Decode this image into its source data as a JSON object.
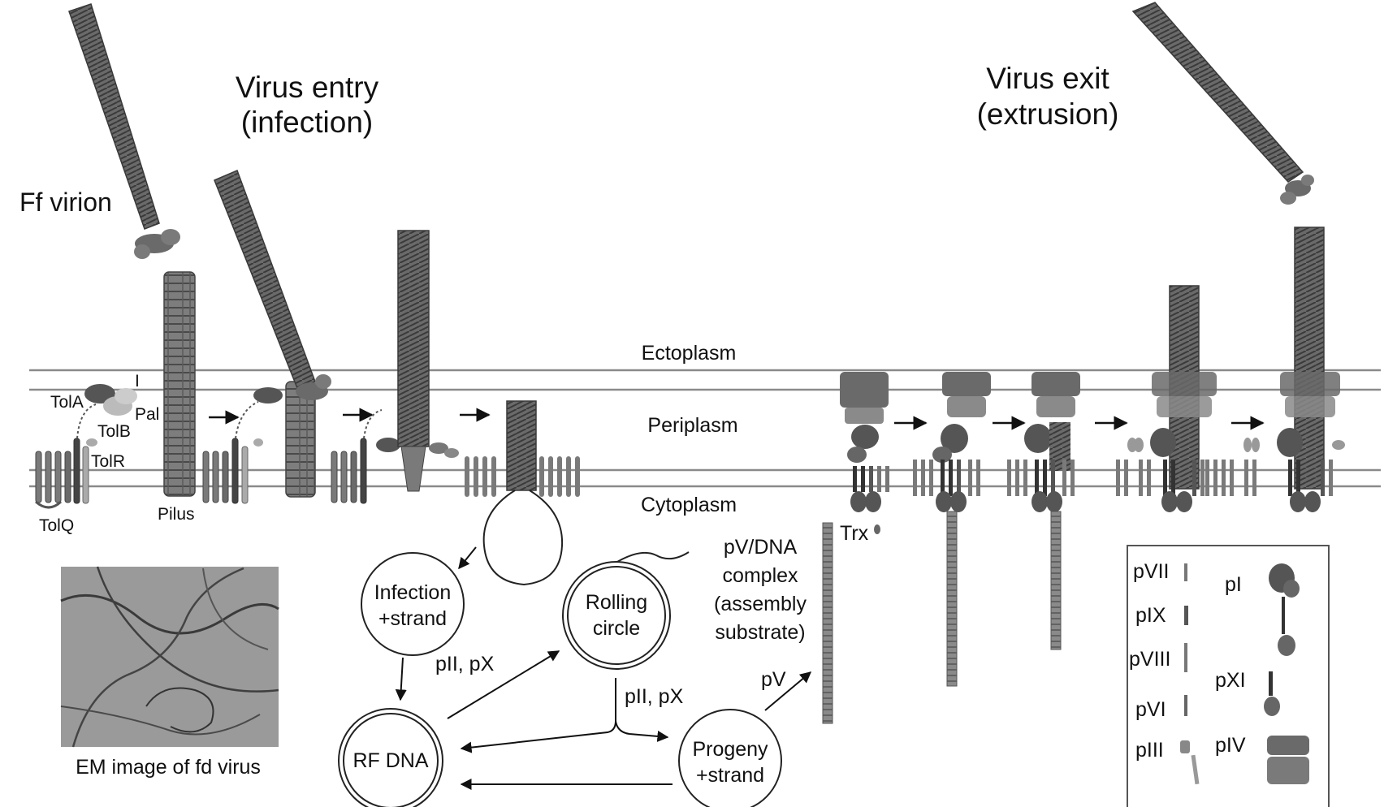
{
  "titles": {
    "entry_1": "Virus entry",
    "entry_2": "(infection)",
    "exit_1": "Virus exit",
    "exit_2": "(extrusion)"
  },
  "labels": {
    "ff_virion": "Ff virion",
    "ectoplasm": "Ectoplasm",
    "periplasm": "Periplasm",
    "cytoplasm": "Cytoplasm",
    "tola": "TolA",
    "i": "I",
    "pal": "Pal",
    "tolb": "TolB",
    "tolr": "TolR",
    "tolq": "TolQ",
    "pilus": "Pilus",
    "trx": "Trx",
    "em_caption": "EM image of fd virus"
  },
  "replication": {
    "infection_1": "Infection",
    "infection_2": "+strand",
    "rolling_1": "Rolling",
    "rolling_2": "circle",
    "rf_dna": "RF DNA",
    "progeny_1": "Progeny",
    "progeny_2": "+strand",
    "pii_px_1": "pII, pX",
    "pii_px_2": "pII, pX",
    "pv": "pV",
    "pv_dna_1": "pV/DNA",
    "pv_dna_2": "complex",
    "pv_dna_3": "(assembly",
    "pv_dna_4": "substrate)"
  },
  "legend": {
    "pvii": "pVII",
    "pix": "pIX",
    "pviii": "pVIII",
    "pvi": "pVI",
    "piii": "pIII",
    "pi": "pI",
    "pxi": "pXI",
    "piv": "pIV"
  },
  "colors": {
    "membrane": "#8a8a8a",
    "protein_dark": "#555555",
    "protein_mid": "#7a7a7a",
    "protein_light": "#b5b5b5",
    "virion": "#6a6a6a",
    "em_bg": "#9a9a9a"
  }
}
